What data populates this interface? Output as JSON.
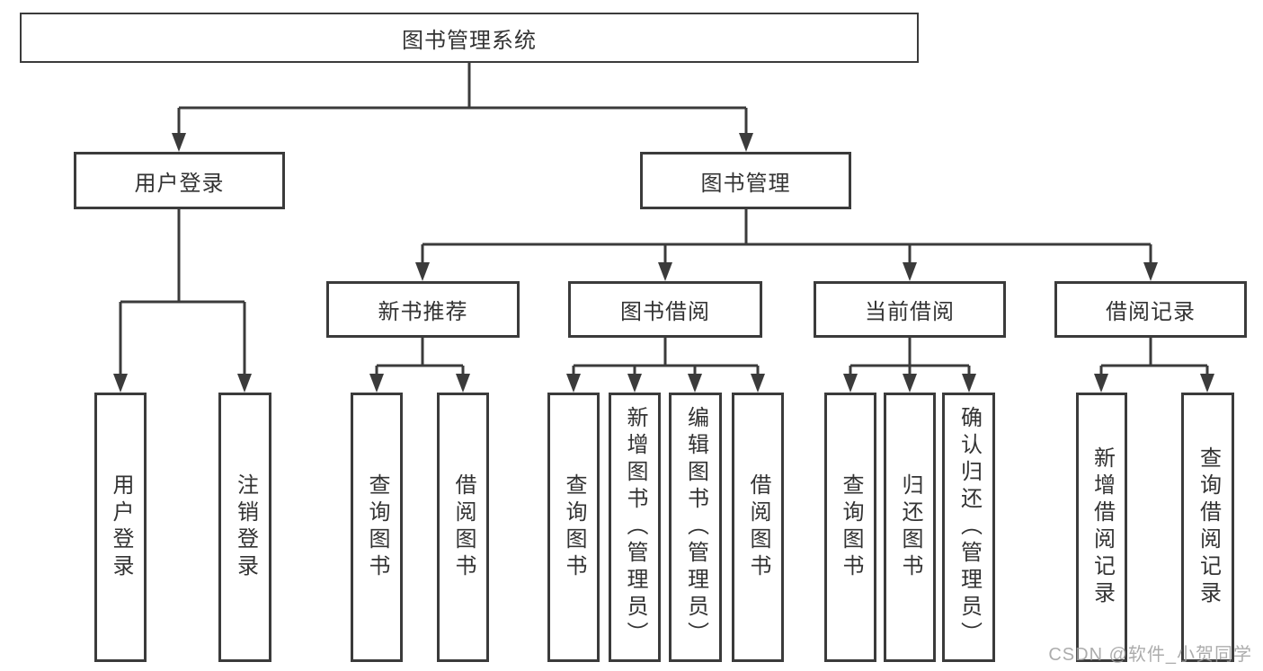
{
  "tree": {
    "label": "图书管理系统",
    "children": [
      {
        "label": "用户登录",
        "children": [
          {
            "label": "用户登录"
          },
          {
            "label": "注销登录"
          }
        ]
      },
      {
        "label": "图书管理",
        "children": [
          {
            "label": "新书推荐",
            "children": [
              {
                "label": "查询图书"
              },
              {
                "label": "借阅图书"
              }
            ]
          },
          {
            "label": "图书借阅",
            "children": [
              {
                "label": "查询图书"
              },
              {
                "label": "新增图书（管理员）"
              },
              {
                "label": "编辑图书（管理员）"
              },
              {
                "label": "借阅图书"
              }
            ]
          },
          {
            "label": "当前借阅",
            "children": [
              {
                "label": "查询图书"
              },
              {
                "label": "归还图书"
              },
              {
                "label": "确认归还（管理员）"
              }
            ]
          },
          {
            "label": "借阅记录",
            "children": [
              {
                "label": "新增借阅记录"
              },
              {
                "label": "查询借阅记录"
              }
            ]
          }
        ]
      }
    ]
  },
  "watermark": "CSDN @软件_小贺同学",
  "colors": {
    "line": "#3b3b3b",
    "text": "#333333",
    "background": "#ffffff",
    "watermark": "#9e9e9e"
  }
}
